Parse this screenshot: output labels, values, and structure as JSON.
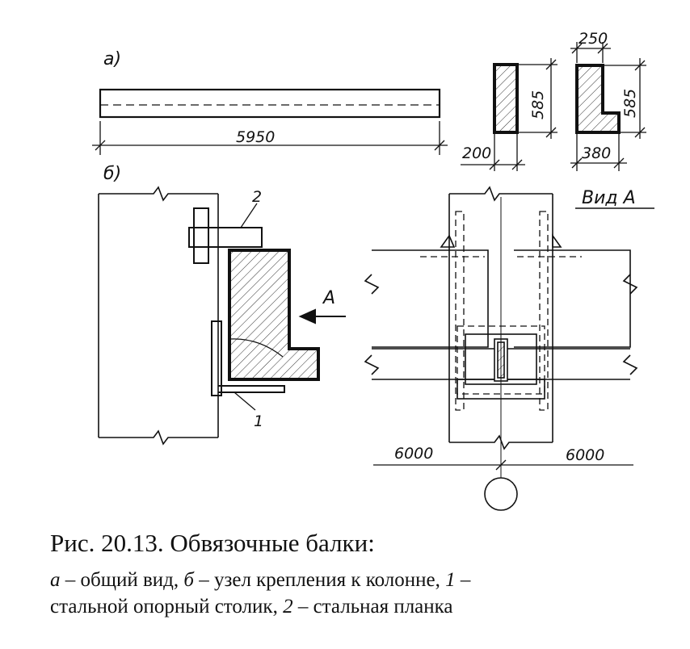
{
  "figure": {
    "label_a": "а)",
    "label_b": "б)",
    "dim_length": "5950",
    "dim_height_1": "585",
    "dim_height_2": "585",
    "dim_width_top": "250",
    "dim_width_1": "200",
    "dim_width_2": "380",
    "view_label": "Вид А",
    "arrow_label": "А",
    "callout_1": "1",
    "callout_2": "2",
    "span_left": "6000",
    "span_right": "6000"
  },
  "caption": {
    "title": "Рис. 20.13. Обвязочные балки:",
    "line1_a": "а",
    "line1_a_text": " – общий вид, ",
    "line1_b": "б",
    "line1_b_text": " – узел крепления к колонне, ",
    "line1_n1": "1",
    "line1_end": " –",
    "line2_text": "стальной опорный столик, ",
    "line2_n2": "2",
    "line2_end": " – стальная планка"
  }
}
